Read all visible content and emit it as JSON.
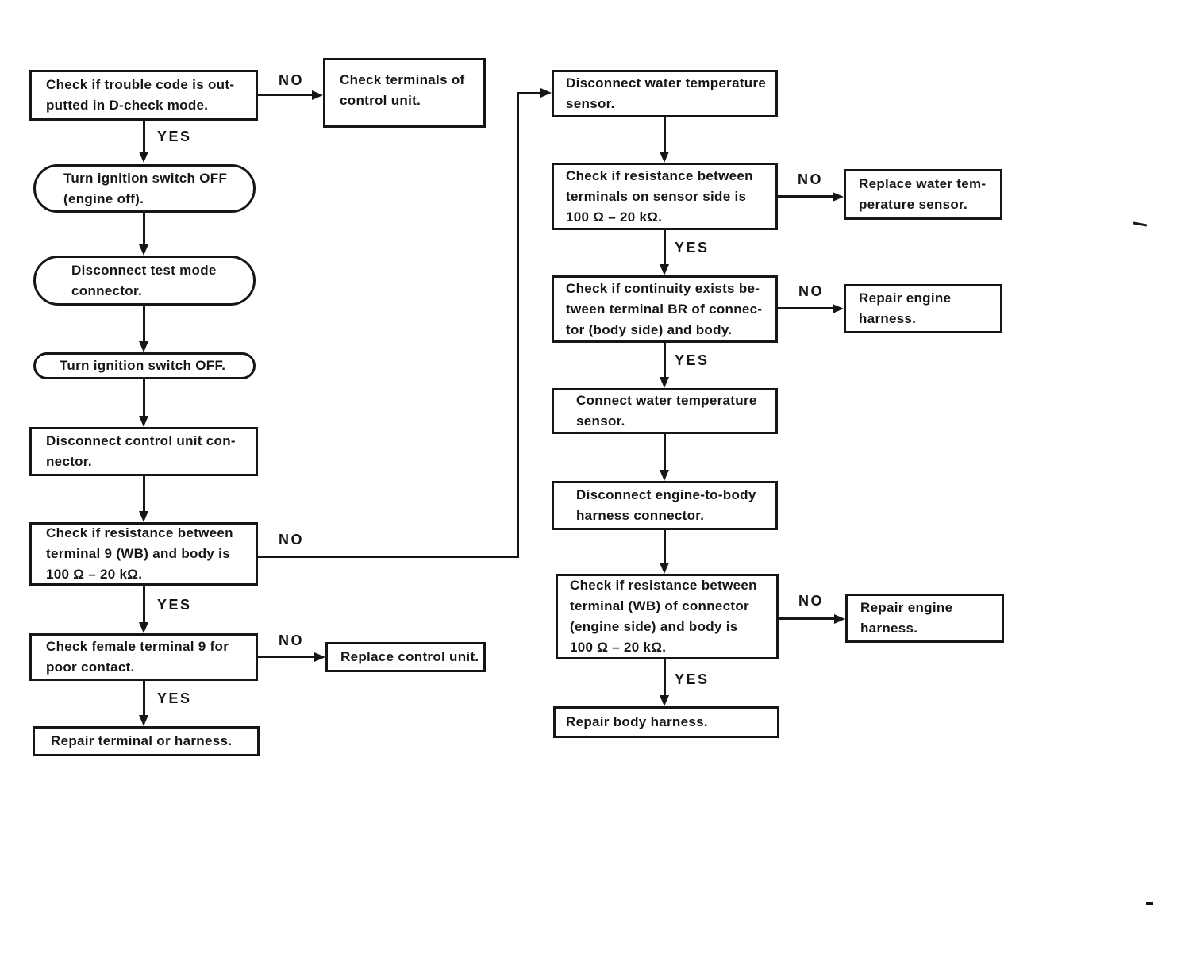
{
  "labels": {
    "yes": "YES",
    "no": "NO"
  },
  "colors": {
    "ink": "#161616",
    "paper": "#ffffff"
  },
  "nodes": {
    "check_trouble_code": {
      "shape": "rect",
      "text": "Check if trouble code is out-\nputted in D-check mode."
    },
    "check_terminals_control_unit": {
      "shape": "rect",
      "text": "Check terminals of\ncontrol unit."
    },
    "turn_ignition_off_engine_off": {
      "shape": "stadium",
      "text": "Turn ignition switch OFF\n(engine off)."
    },
    "disconnect_test_mode": {
      "shape": "stadium",
      "text": "Disconnect test mode\nconnector."
    },
    "turn_ignition_off": {
      "shape": "stadium",
      "text": "Turn ignition switch OFF."
    },
    "disconnect_control_unit": {
      "shape": "rect",
      "text": "Disconnect control unit con-\nnector."
    },
    "check_resistance_terminal9": {
      "shape": "rect",
      "text": "Check if resistance between\nterminal 9 (WB) and body is\n100 Ω – 20 kΩ."
    },
    "check_female_terminal9": {
      "shape": "rect",
      "text": "Check female terminal 9 for\npoor contact."
    },
    "replace_control_unit": {
      "shape": "rect",
      "text": "Replace control unit."
    },
    "repair_terminal_harness": {
      "shape": "rect",
      "text": "Repair terminal or harness."
    },
    "disconnect_water_temp_sensor": {
      "shape": "rect",
      "text": "Disconnect water temperature\nsensor."
    },
    "check_resistance_sensor_side": {
      "shape": "rect",
      "text": "Check if resistance between\nterminals on sensor side is\n100 Ω – 20 kΩ."
    },
    "replace_water_temp_sensor": {
      "shape": "rect",
      "text": "Replace water tem-\nperature sensor."
    },
    "check_continuity_br": {
      "shape": "rect",
      "text": "Check if continuity exists be-\ntween terminal BR of connec-\ntor (body side) and body."
    },
    "repair_engine_harness_1": {
      "shape": "rect",
      "text": "Repair engine\nharness."
    },
    "connect_water_temp_sensor": {
      "shape": "rect",
      "text": "Connect water temperature\nsensor."
    },
    "disconnect_engine_to_body": {
      "shape": "rect",
      "text": "Disconnect engine-to-body\nharness connector."
    },
    "check_resistance_wb_connector": {
      "shape": "rect",
      "text": "Check if resistance between\nterminal (WB) of connector\n(engine side) and body is\n100 Ω – 20 kΩ."
    },
    "repair_engine_harness_2": {
      "shape": "rect",
      "text": "Repair engine\nharness."
    },
    "repair_body_harness": {
      "shape": "rect",
      "text": "Repair body harness."
    }
  }
}
